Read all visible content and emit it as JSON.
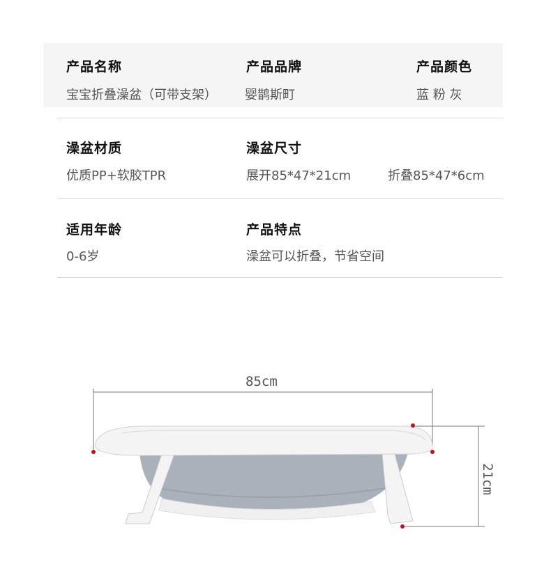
{
  "specs": {
    "row1": {
      "name_label": "产品名称",
      "name_value": "宝宝折叠澡盆（可带支架）",
      "brand_label": "产品品牌",
      "brand_value": "婴鹊斯町",
      "color_label": "产品颜色",
      "color_value": "蓝 粉 灰"
    },
    "row2": {
      "material_label": "澡盆材质",
      "material_value": "优质PP+软胶TPR",
      "size_label": "澡盆尺寸",
      "size_open": "展开85*47*21cm",
      "size_folded": "折叠85*47*6cm"
    },
    "row3": {
      "age_label": "适用年龄",
      "age_value": "0-6岁",
      "feature_label": "产品特点",
      "feature_value": "澡盆可以折叠，节省空间"
    }
  },
  "dimensions": {
    "width_label": "85cm",
    "height_label": "21cm"
  },
  "colors": {
    "marker": "#c0141c",
    "tub_body": "#a9b1ba",
    "tub_rim": "#f2f2f2"
  }
}
